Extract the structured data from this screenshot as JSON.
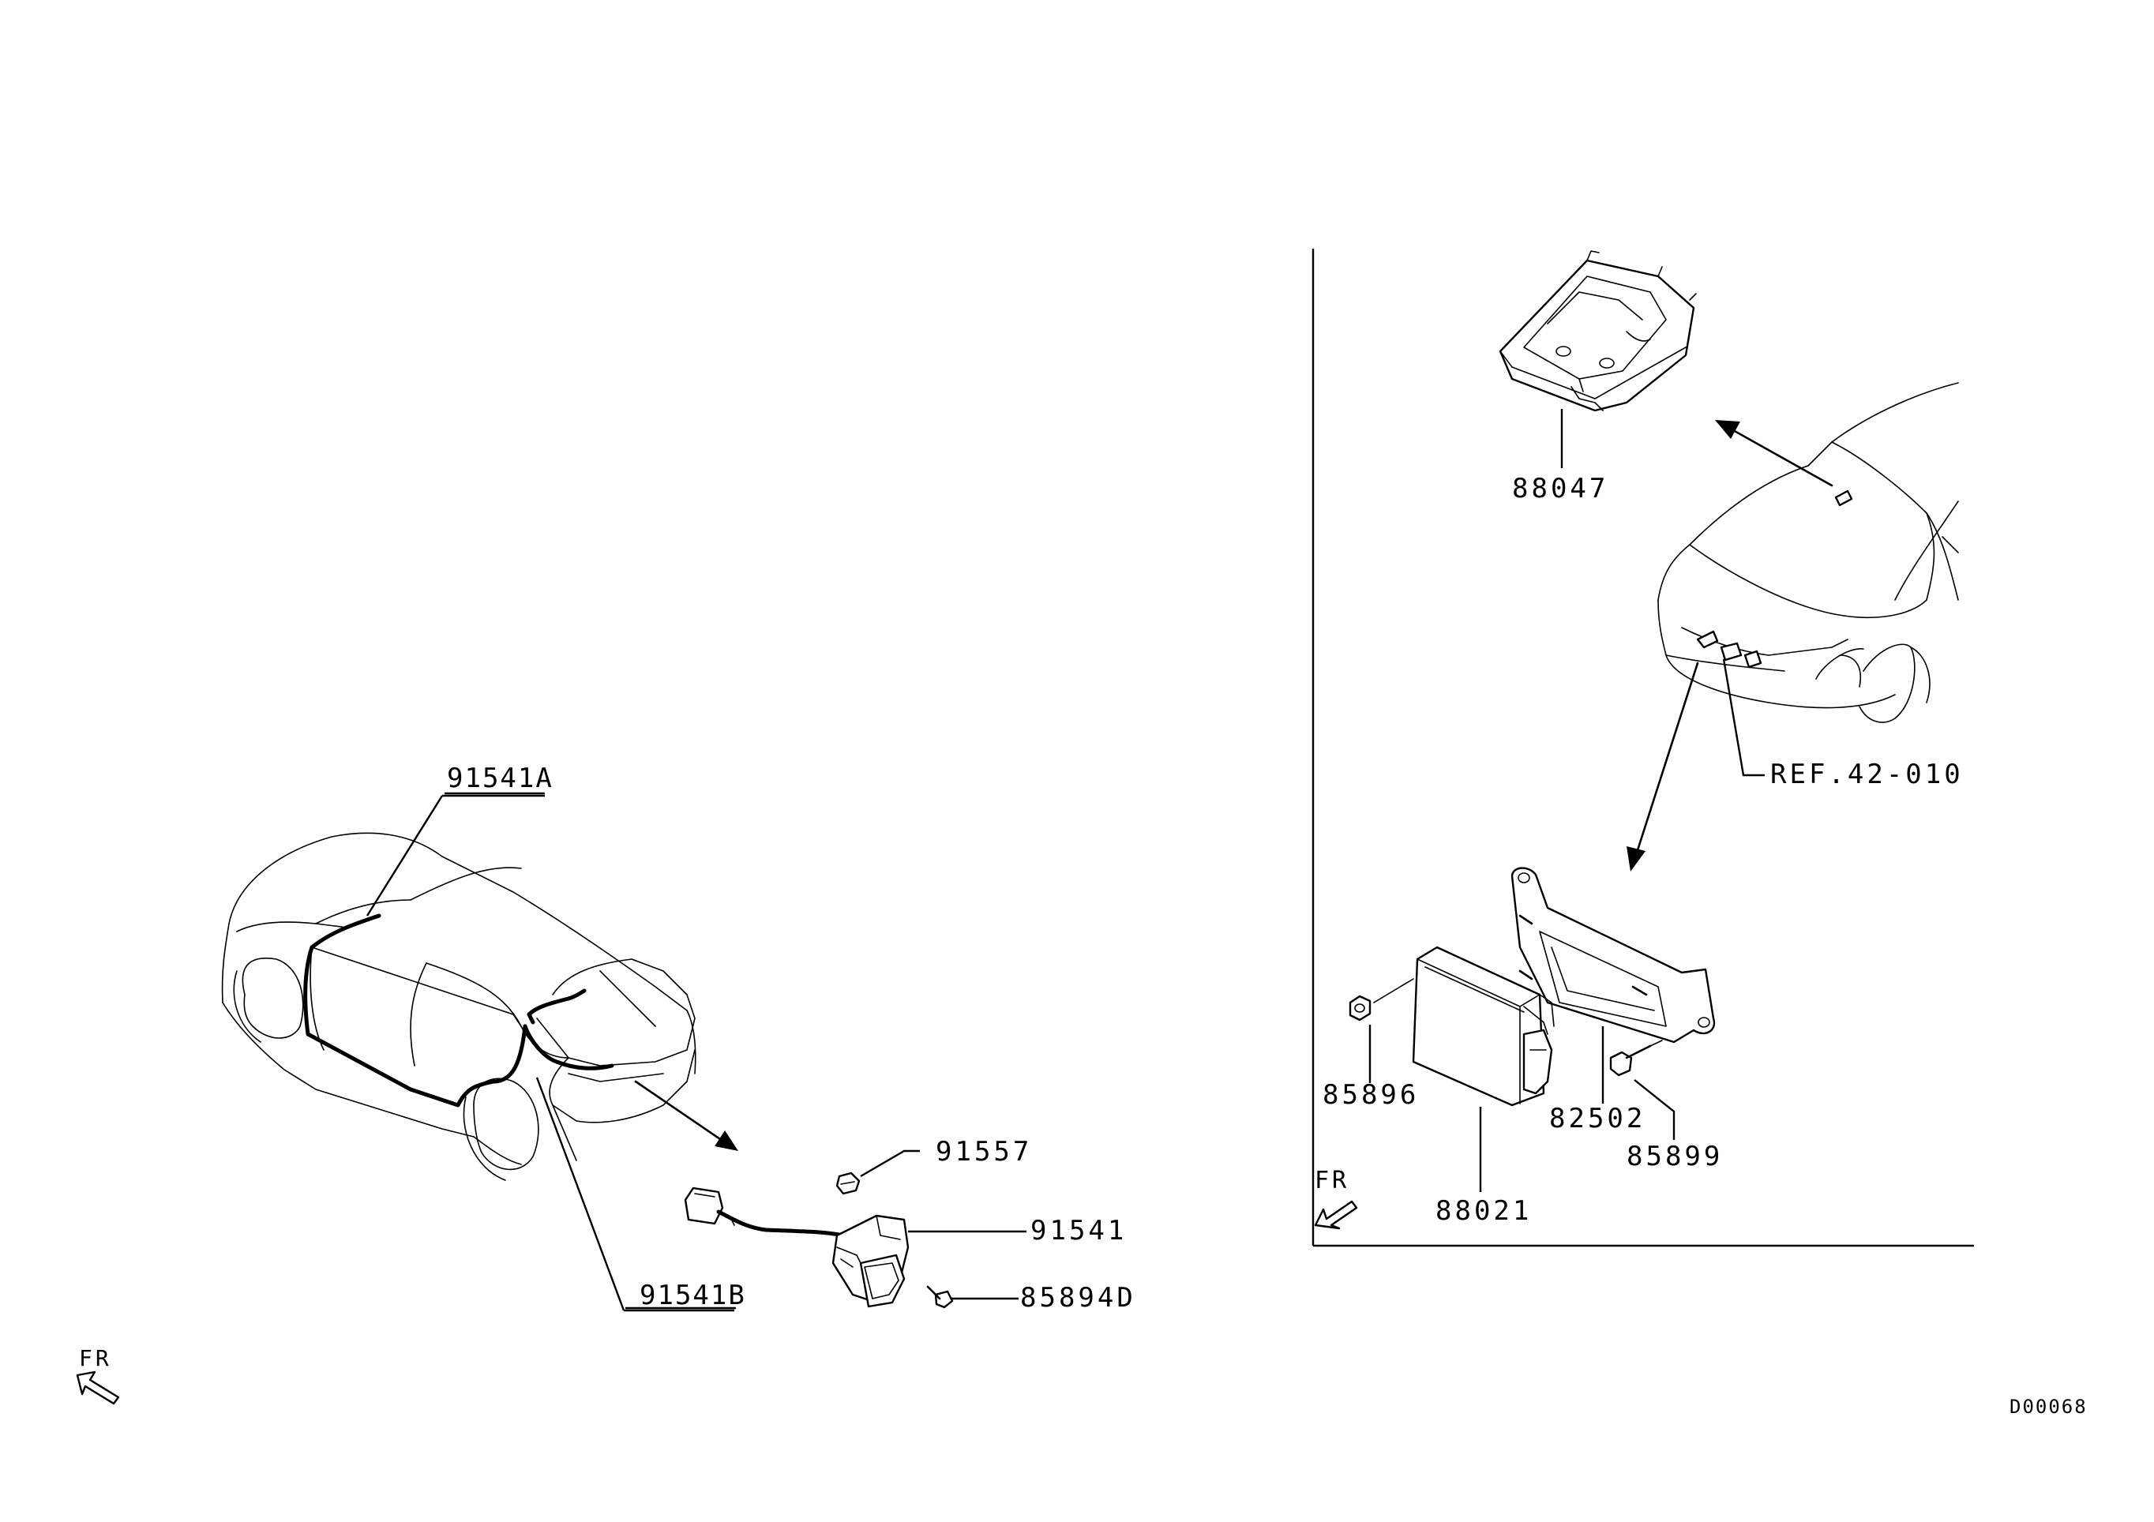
{
  "labels": {
    "p91541A": "91541A",
    "p91541B": "91541B",
    "p91557": "91557",
    "p91541": "91541",
    "p85894D": "85894D",
    "p88047": "88047",
    "ref": "REF.42-010",
    "p85896": "85896",
    "p82502": "82502",
    "p85899": "85899",
    "p88021": "88021",
    "fr_left": "FR",
    "fr_right": "FR",
    "diagram_code": "D00068"
  },
  "icons": {
    "front_arrow": "front-direction-arrow-icon",
    "pointer_arrow": "arrow-icon"
  }
}
